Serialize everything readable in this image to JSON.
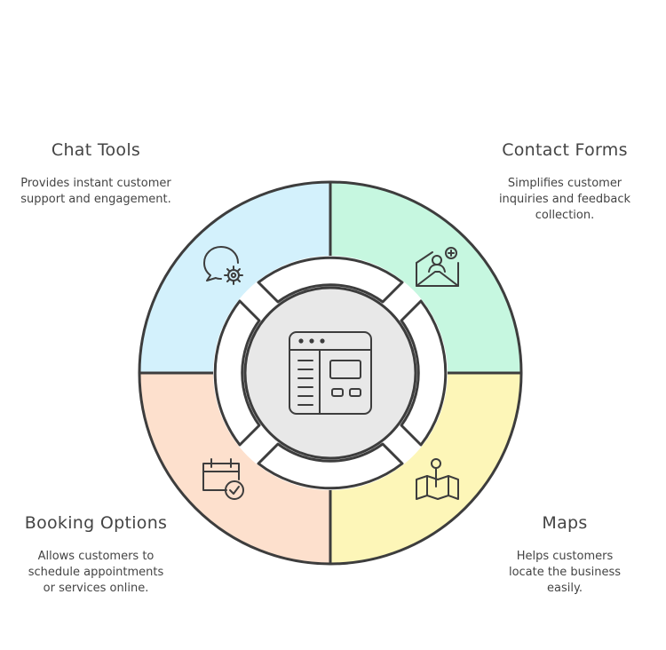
{
  "segments": [
    {
      "title": "Chat Tools",
      "description": "Provides instant customer support and engagement.",
      "color": "#d3f1fc",
      "icon": "chat-gear-icon"
    },
    {
      "title": "Contact Forms",
      "description": "Simplifies customer inquiries and feedback collection.",
      "color": "#c6f7e0",
      "icon": "mail-user-icon"
    },
    {
      "title": "Booking Options",
      "description": "Allows customers to schedule appointments or services online.",
      "color": "#fde0cd",
      "icon": "calendar-check-icon"
    },
    {
      "title": "Maps",
      "description": "Helps customers locate the business easily.",
      "color": "#fdf6b8",
      "icon": "map-pin-icon"
    }
  ],
  "center": {
    "icon": "browser-window-icon",
    "color": "#e8e8e8"
  }
}
